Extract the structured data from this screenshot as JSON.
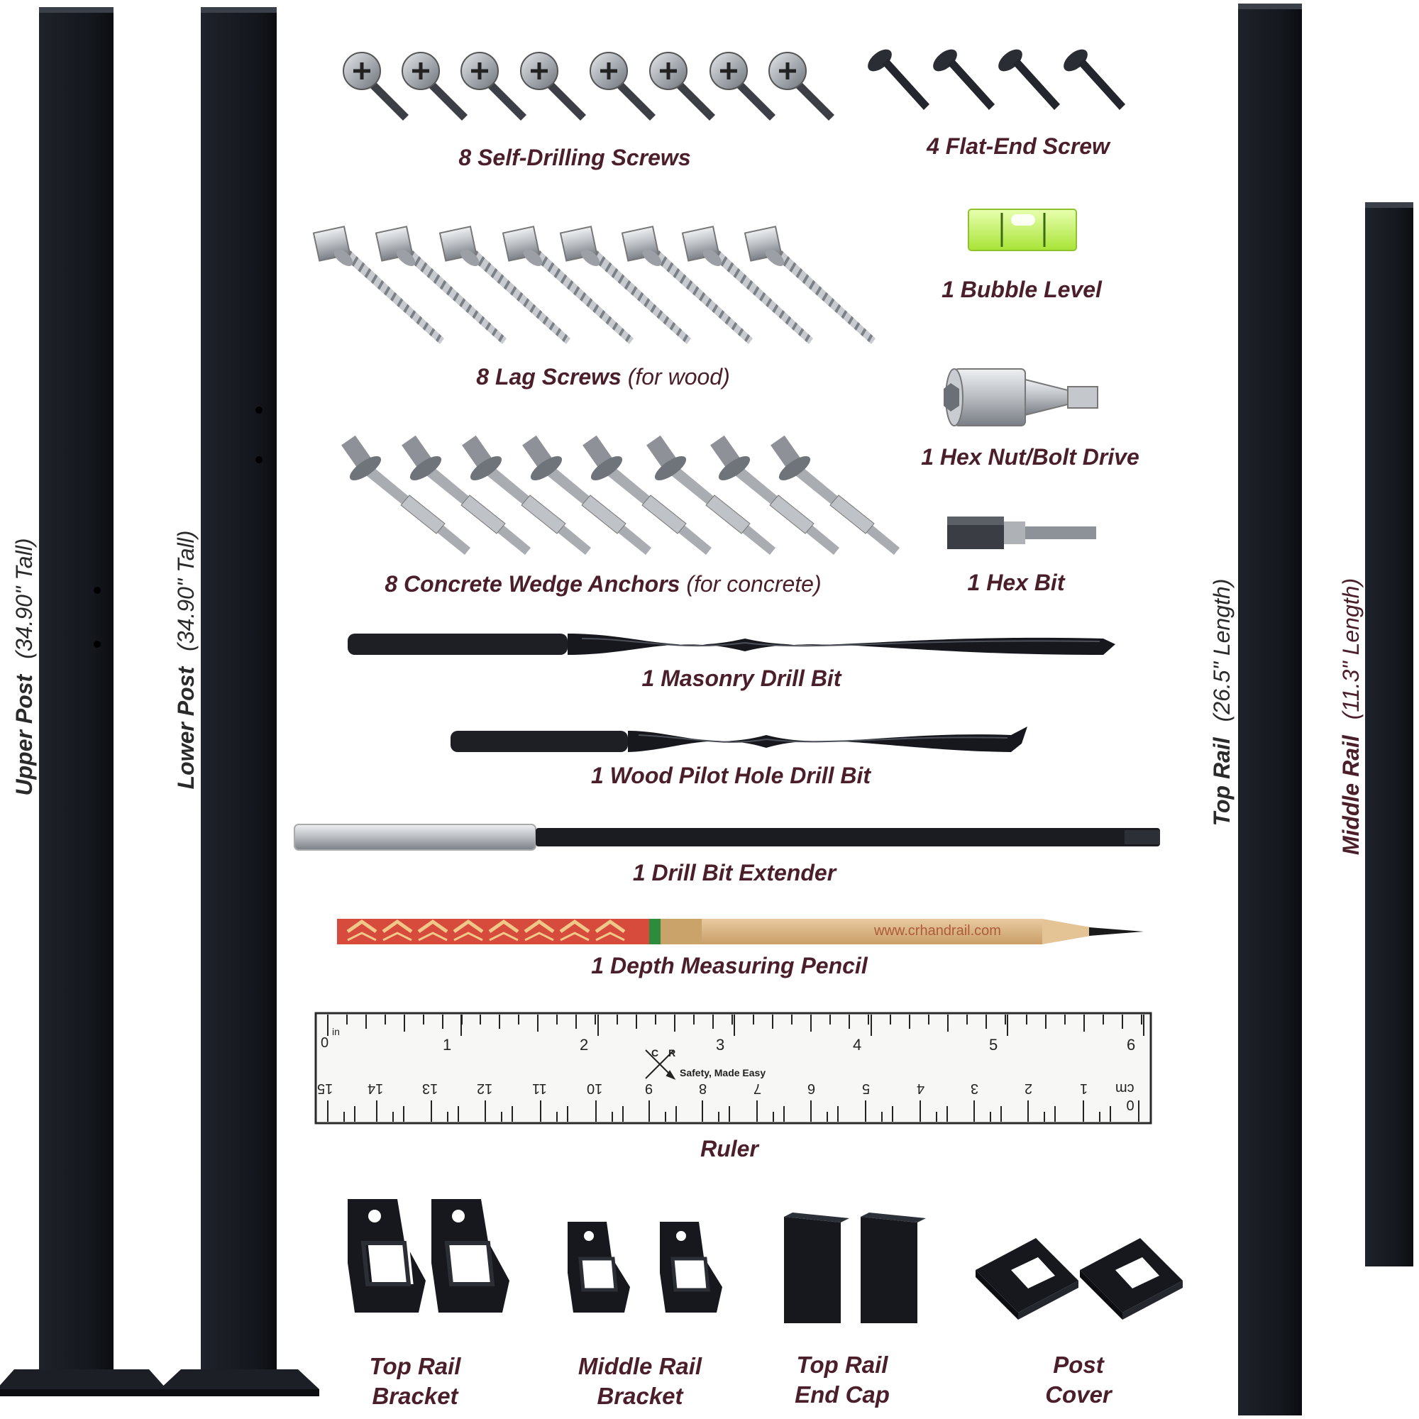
{
  "parts": {
    "upper_post": {
      "name": "Upper Post",
      "size": "(34.90\" Tall)"
    },
    "lower_post": {
      "name": "Lower Post",
      "size": "(34.90\" Tall)"
    },
    "top_rail": {
      "name": "Top Rail",
      "size": "(26.5\" Length)"
    },
    "middle_rail": {
      "name": "Middle Rail",
      "size": "(11.3\" Length)"
    }
  },
  "hardware": {
    "self_drilling": "8 Self-Drilling Screws",
    "flat_end": "4 Flat-End Screw",
    "bubble_level": "1 Bubble Level",
    "lag_screws": "8 Lag Screws",
    "lag_note": "(for wood)",
    "hex_drive": "1 Hex Nut/Bolt Drive",
    "wedge_anchors": "8 Concrete Wedge Anchors",
    "wedge_note": "(for concrete)",
    "hex_bit": "1 Hex Bit",
    "masonry_bit": "1 Masonry Drill Bit",
    "wood_bit": "1 Wood Pilot Hole Drill Bit",
    "extender": "1 Drill Bit Extender",
    "pencil": "1 Depth Measuring Pencil",
    "ruler": "Ruler"
  },
  "pencil_text": "www.crhandrail.com",
  "ruler_face": {
    "inch_marks": [
      "0",
      "1",
      "2",
      "3",
      "4",
      "5",
      "6"
    ],
    "cm_marks": [
      "15",
      "14",
      "13",
      "12",
      "11",
      "10",
      "9",
      "8",
      "7",
      "6",
      "5",
      "4",
      "3",
      "2",
      "1",
      "0 cm"
    ],
    "in_unit": "in",
    "logo": "CR",
    "tagline": "Safety, Made Easy"
  },
  "brackets": {
    "top_rail_bracket": [
      "Top Rail",
      "Bracket"
    ],
    "middle_rail_bracket": [
      "Middle Rail",
      "Bracket"
    ],
    "end_cap": [
      "Top Rail",
      "End Cap"
    ],
    "post_cover": [
      "Post",
      "Cover"
    ]
  },
  "colors": {
    "label": "#4a1f2a",
    "metal_dark": "#1a1d24",
    "steel": "#9a9ea4"
  }
}
